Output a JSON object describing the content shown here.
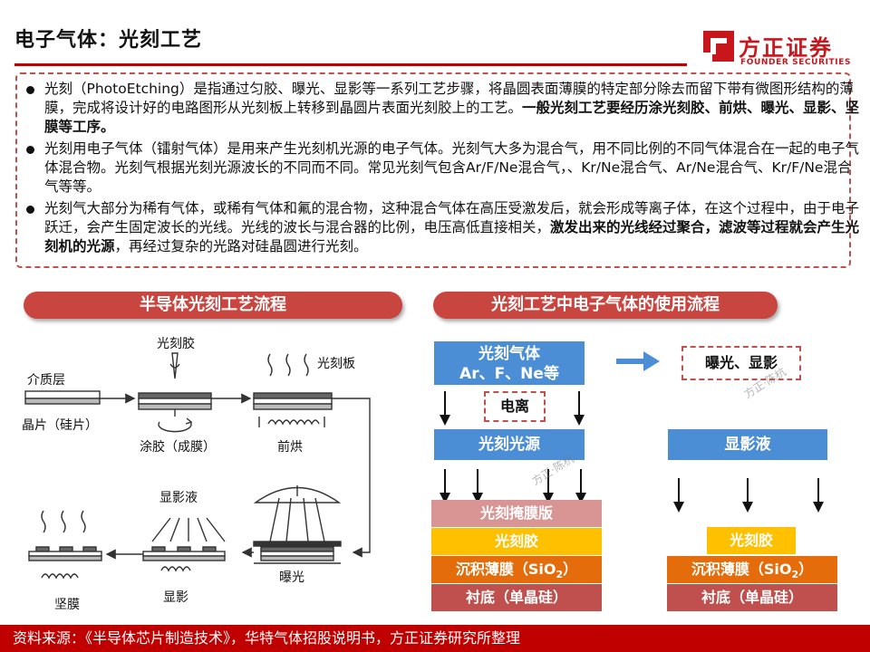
{
  "header": {
    "title": "电子气体：光刻工艺",
    "logo_cn": "方正证券",
    "logo_en": "FOUNDER SECURITIES"
  },
  "bullets": [
    {
      "pre": "光刻（PhotoEtching）是指通过匀胶、曝光、显影等一系列工艺步骤，将晶圆表面薄膜的特定部分除去而留下带有微图形结构的薄膜，完成将设计好的电路图形从光刻板上转移到晶圆片表面光刻胶上的工艺。",
      "bold": "一般光刻工艺要经历涂光刻胶、前烘、曝光、显影、坚膜等工序。",
      "post": ""
    },
    {
      "pre": "光刻用电子气体（镭射气体）是用来产生光刻机光源的电子气体。光刻气大多为混合气，用不同比例的不同气体混合在一起的电子气体混合物。光刻气根据光刻光源波长的不同而不同。常见光刻气包含Ar/F/Ne混合气，、Kr/Ne混合气、Ar/Ne混合气、Kr/F/Ne混合气等等。",
      "bold": "",
      "post": ""
    },
    {
      "pre": "光刻气大部分为稀有气体，或稀有气体和氟的混合物，这种混合气体在高压受激发后，就会形成等离子体，在这个过程中，由于电子跃迁，会产生固定波长的光线。光线的波长与混合器的比例，电压高低直接相关，",
      "bold": "激发出来的光线经过聚合，滤波等过程就会产生光刻机的光源",
      "post": "，再经过复杂的光路对硅晶圆进行光刻。"
    }
  ],
  "section_left": {
    "title": "半导体光刻工艺流程"
  },
  "section_right": {
    "title": "光刻工艺中电子气体的使用流程"
  },
  "process": {
    "photoresist": "光刻胶",
    "dielectric": "介质层",
    "mask": "光刻板",
    "wafer": "晶片（硅片）",
    "coat": "涂胶（成膜）",
    "prebake": "前烘",
    "developer": "显影液",
    "exposure": "曝光",
    "develop": "显影",
    "hardbake": "坚膜"
  },
  "gas_flow": {
    "gas_title": "光刻气体",
    "gas_species": "Ar、F、Ne等",
    "ionize": "电离",
    "light_source": "光刻光源",
    "mask_plate": "光刻掩膜版",
    "photoresist": "光刻胶",
    "film": "沉积薄膜（SiO",
    "film_sub": "2",
    "film_end": "）",
    "substrate": "衬底（单晶硅）",
    "exposure_develop": "曝光、显影",
    "developer": "显影液",
    "watermark": "方正·陈杭"
  },
  "footer": {
    "source": "资料来源：《半导体芯片制造技术》，华特气体招股说明书，方正证券研究所整理"
  },
  "colors": {
    "accent": "#c00000",
    "pill": "#c9453f",
    "blue": "#4b8ed6",
    "mask_layer": "#d99594",
    "resist_layer": "#ffc000",
    "film_layer": "#e46c0a",
    "substrate_layer": "#c0504d"
  }
}
